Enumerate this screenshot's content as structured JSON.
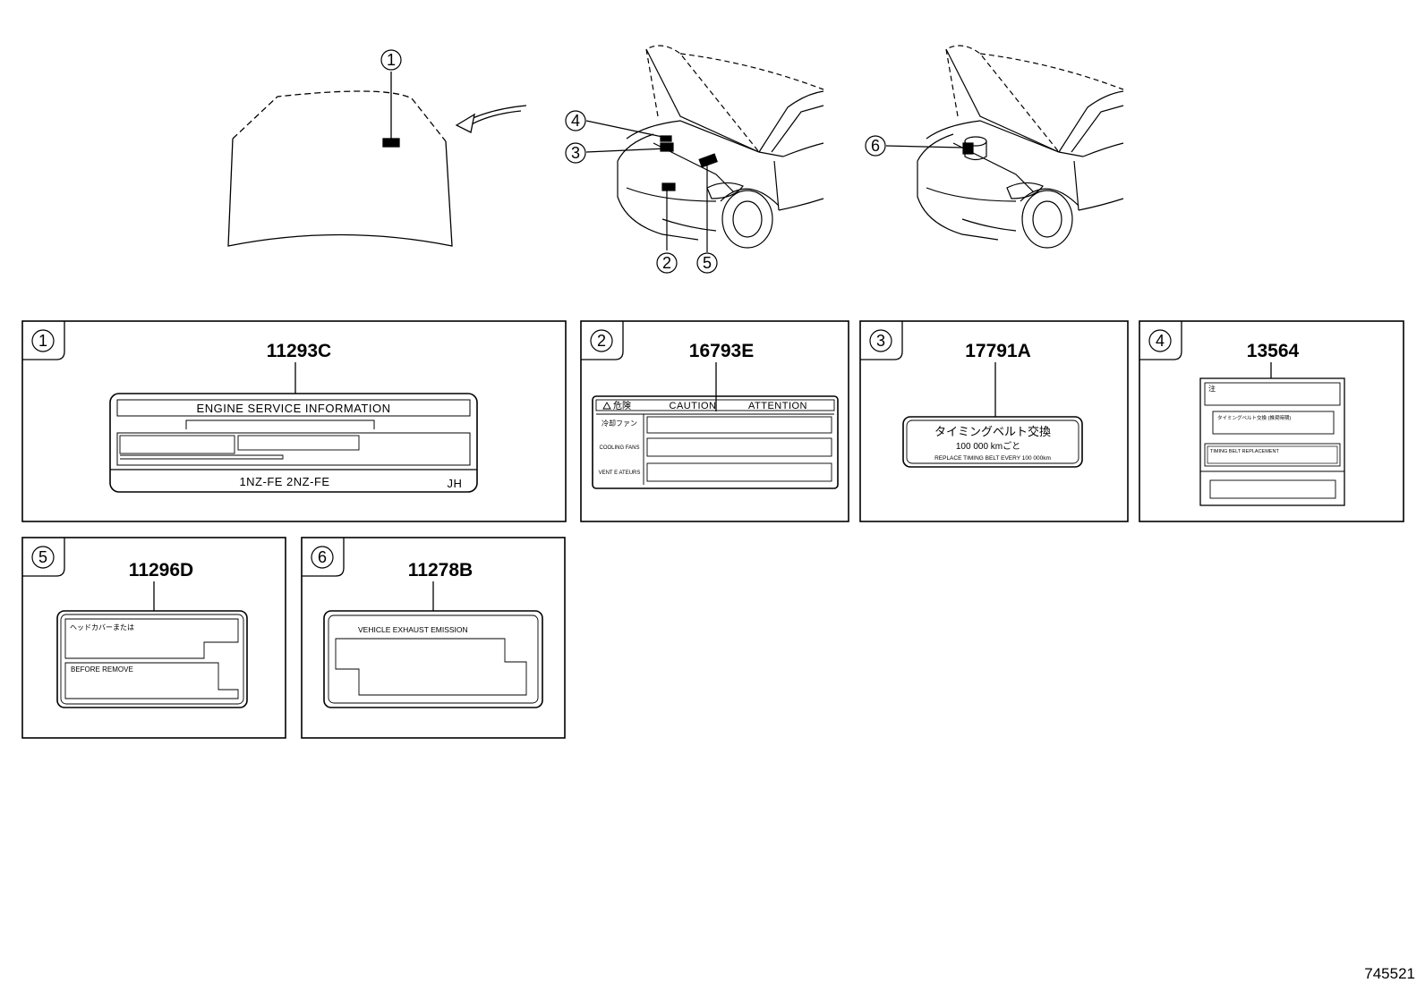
{
  "callouts": {
    "c1": "1",
    "c2": "2",
    "c3": "3",
    "c4": "4",
    "c5": "5",
    "c6": "6"
  },
  "panels": [
    {
      "marker": "1",
      "part_no": "11293C"
    },
    {
      "marker": "2",
      "part_no": "16793E"
    },
    {
      "marker": "3",
      "part_no": "17791A"
    },
    {
      "marker": "4",
      "part_no": "13564"
    },
    {
      "marker": "5",
      "part_no": "11296D"
    },
    {
      "marker": "6",
      "part_no": "11278B"
    }
  ],
  "labels": {
    "l1_title": "ENGINE   SERVICE   INFORMATION",
    "l1_engines": "1NZ-FE    2NZ-FE",
    "l1_code": "JH",
    "l2_header_jp": "危険",
    "l2_caution": "CAUTION",
    "l2_attention": "ATTENTION",
    "l2_row1": "冷却ファン",
    "l2_row2": "COOLING FANS",
    "l2_row3": "VENT E ATEURS",
    "l3_jp_title": "タイミングベルト交換",
    "l3_km": "100 000   kmごと",
    "l3_en": "REPLACE TIMING BELT EVERY 100 000km",
    "l4_row1": "注",
    "l4_row2": "タイミングベルト交換   (推奨時期)",
    "l4_row3": "TIMING BELT REPLACEMENT",
    "l5_jp": "ヘッドカバーまたは",
    "l5_en": "BEFORE  REMOVE",
    "l6_title": "VEHICLE  EXHAUST  EMISSION"
  },
  "figure_id": "745521"
}
